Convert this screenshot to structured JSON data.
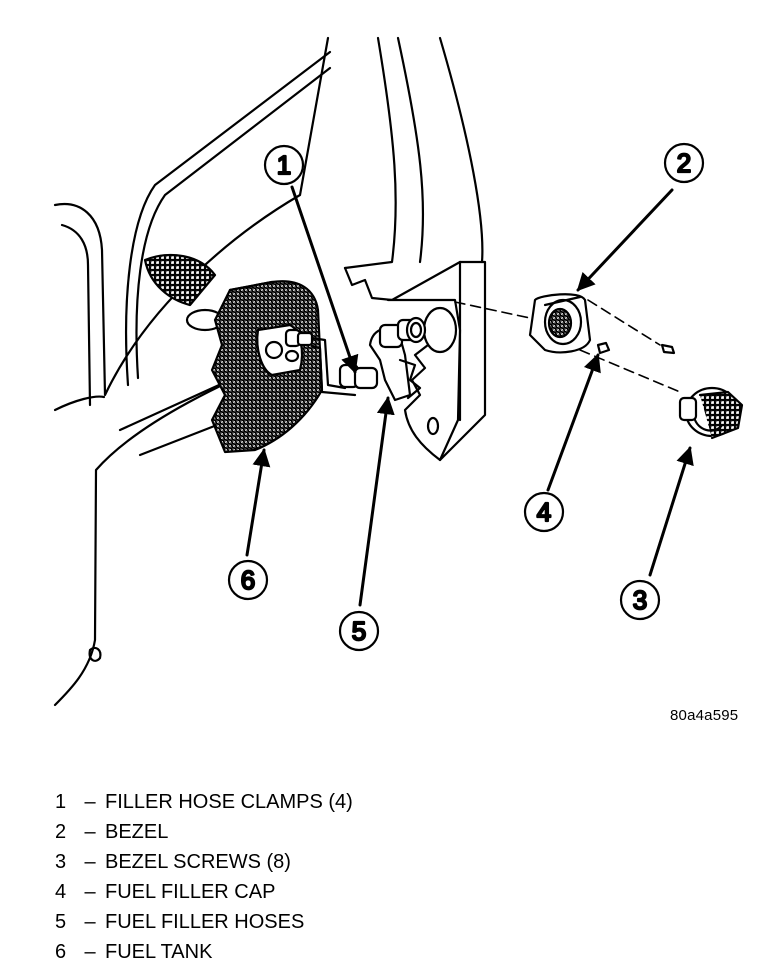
{
  "figure_code": "80a4a595",
  "callouts": [
    "1",
    "2",
    "3",
    "4",
    "5",
    "6"
  ],
  "legend": [
    {
      "num": "1",
      "sep": "–",
      "label": "FILLER HOSE CLAMPS (4)"
    },
    {
      "num": "2",
      "sep": "–",
      "label": "BEZEL"
    },
    {
      "num": "3",
      "sep": "–",
      "label": "BEZEL SCREWS (8)"
    },
    {
      "num": "4",
      "sep": "–",
      "label": "FUEL FILLER CAP"
    },
    {
      "num": "5",
      "sep": "–",
      "label": "FUEL FILLER HOSES"
    },
    {
      "num": "6",
      "sep": "–",
      "label": "FUEL TANK"
    }
  ],
  "colors": {
    "ink": "#000000",
    "paper": "#ffffff",
    "shade": "#6e6e6e"
  }
}
